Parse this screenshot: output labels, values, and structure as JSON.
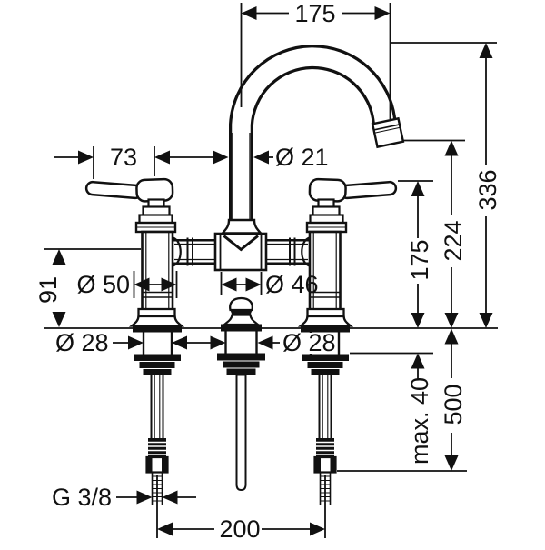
{
  "drawing": {
    "title": "faucet-technical-dimension-drawing",
    "colors": {
      "line": "#111111",
      "background": "#ffffff"
    },
    "dimensions": {
      "spout_reach": "175",
      "spout_diameter": "Ø 21",
      "handle_offset": "73",
      "escutcheon_diameter": "Ø 50",
      "center_diameter": "Ø 46",
      "body_height": "91",
      "shank_diameter_left": "Ø 28",
      "shank_diameter_center": "Ø 28",
      "total_height": "336",
      "aerator_height": "224",
      "handle_height": "175",
      "deck_thickness_max": "max. 40",
      "hose_length": "500",
      "tap_hole_spacing": "200",
      "thread_size": "G 3/8"
    }
  }
}
